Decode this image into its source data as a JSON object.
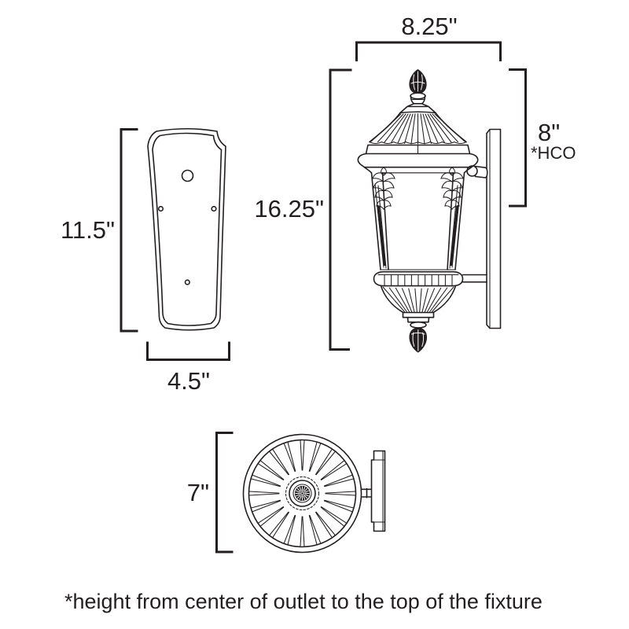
{
  "diagram": {
    "title": "wall-lantern-dimension-diagram",
    "views": {
      "backplate_front": "backplate front view",
      "fixture_side": "lantern side view",
      "fixture_top": "fixture top view"
    }
  },
  "dims": {
    "lantern_width": "8.25\"",
    "lantern_height": "16.25\"",
    "hco_height": "8\"",
    "hco_label": "*HCO",
    "backplate_height": "11.5\"",
    "backplate_width": "4.5\"",
    "top_view_depth": "7\""
  },
  "footnote": "*height from center of outlet to the top of the fixture",
  "colors": {
    "line": "#231f20",
    "bg": "#ffffff"
  }
}
